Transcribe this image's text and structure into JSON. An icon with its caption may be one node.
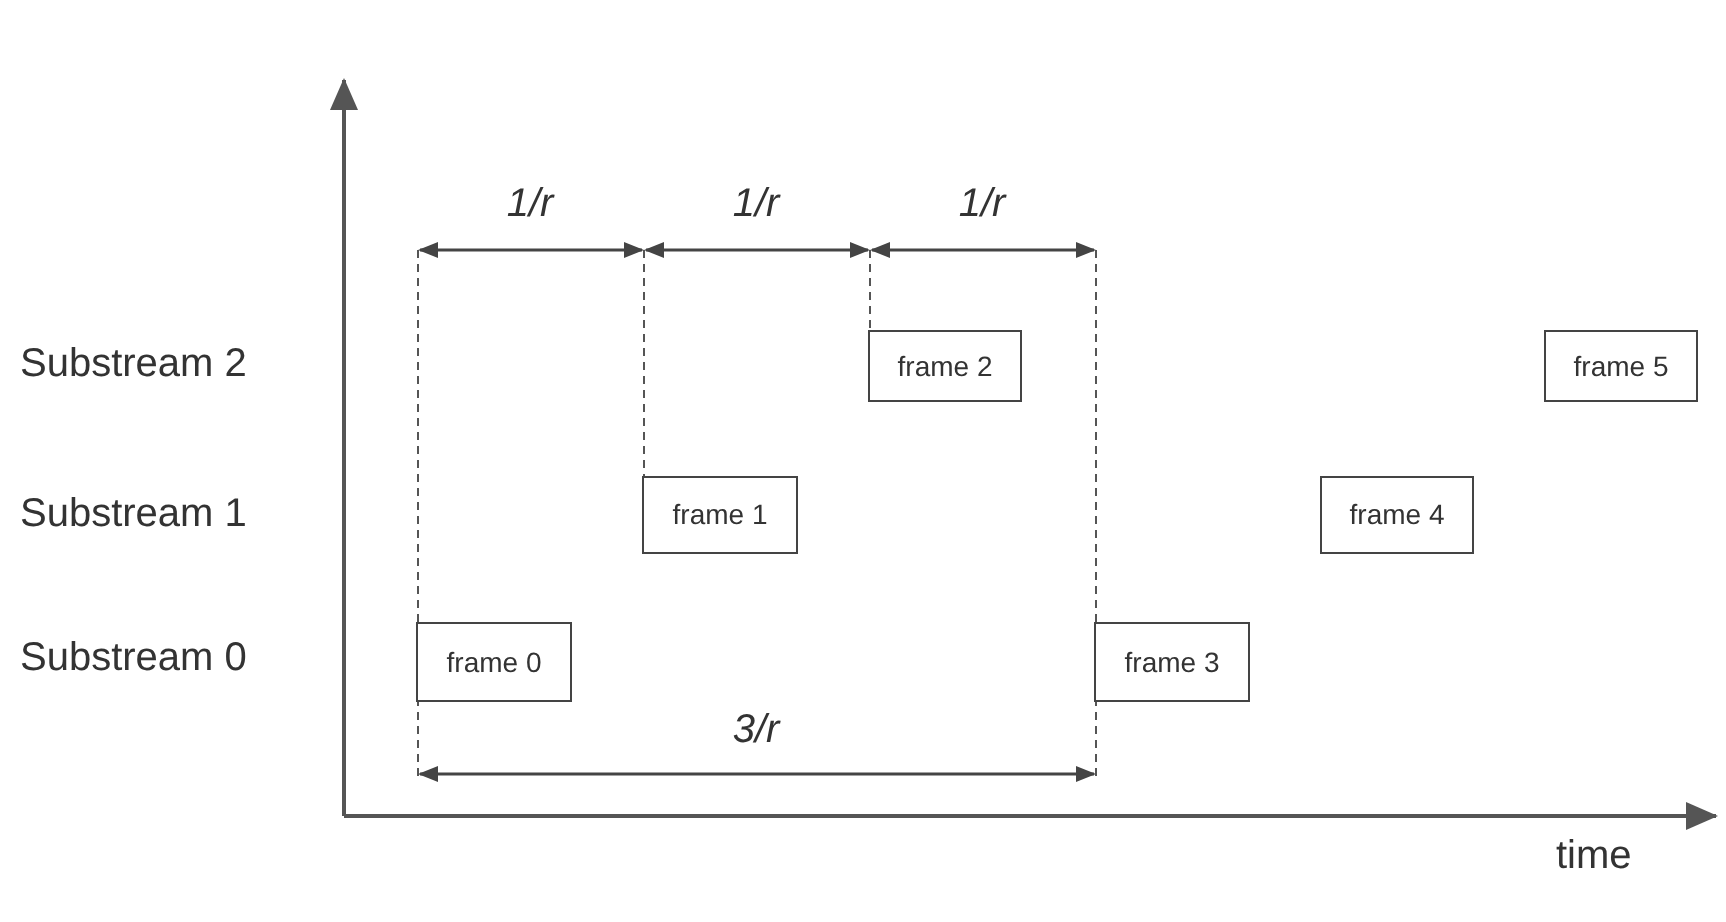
{
  "diagram": {
    "nodes": [
      {
        "text": [
          "frame 2"
        ]
      },
      {
        "text": [
          "frame 5"
        ]
      },
      {
        "text": [
          "frame 1"
        ]
      },
      {
        "text": [
          "frame 4"
        ]
      },
      {
        "text": [
          "frame 0"
        ]
      },
      {
        "text": [
          "frame 3"
        ]
      }
    ],
    "labels": [
      "1/r",
      "1/r",
      "1/r",
      "Substream 2",
      "Substream 1",
      "Substream 0",
      "3/r",
      "time"
    ]
  }
}
